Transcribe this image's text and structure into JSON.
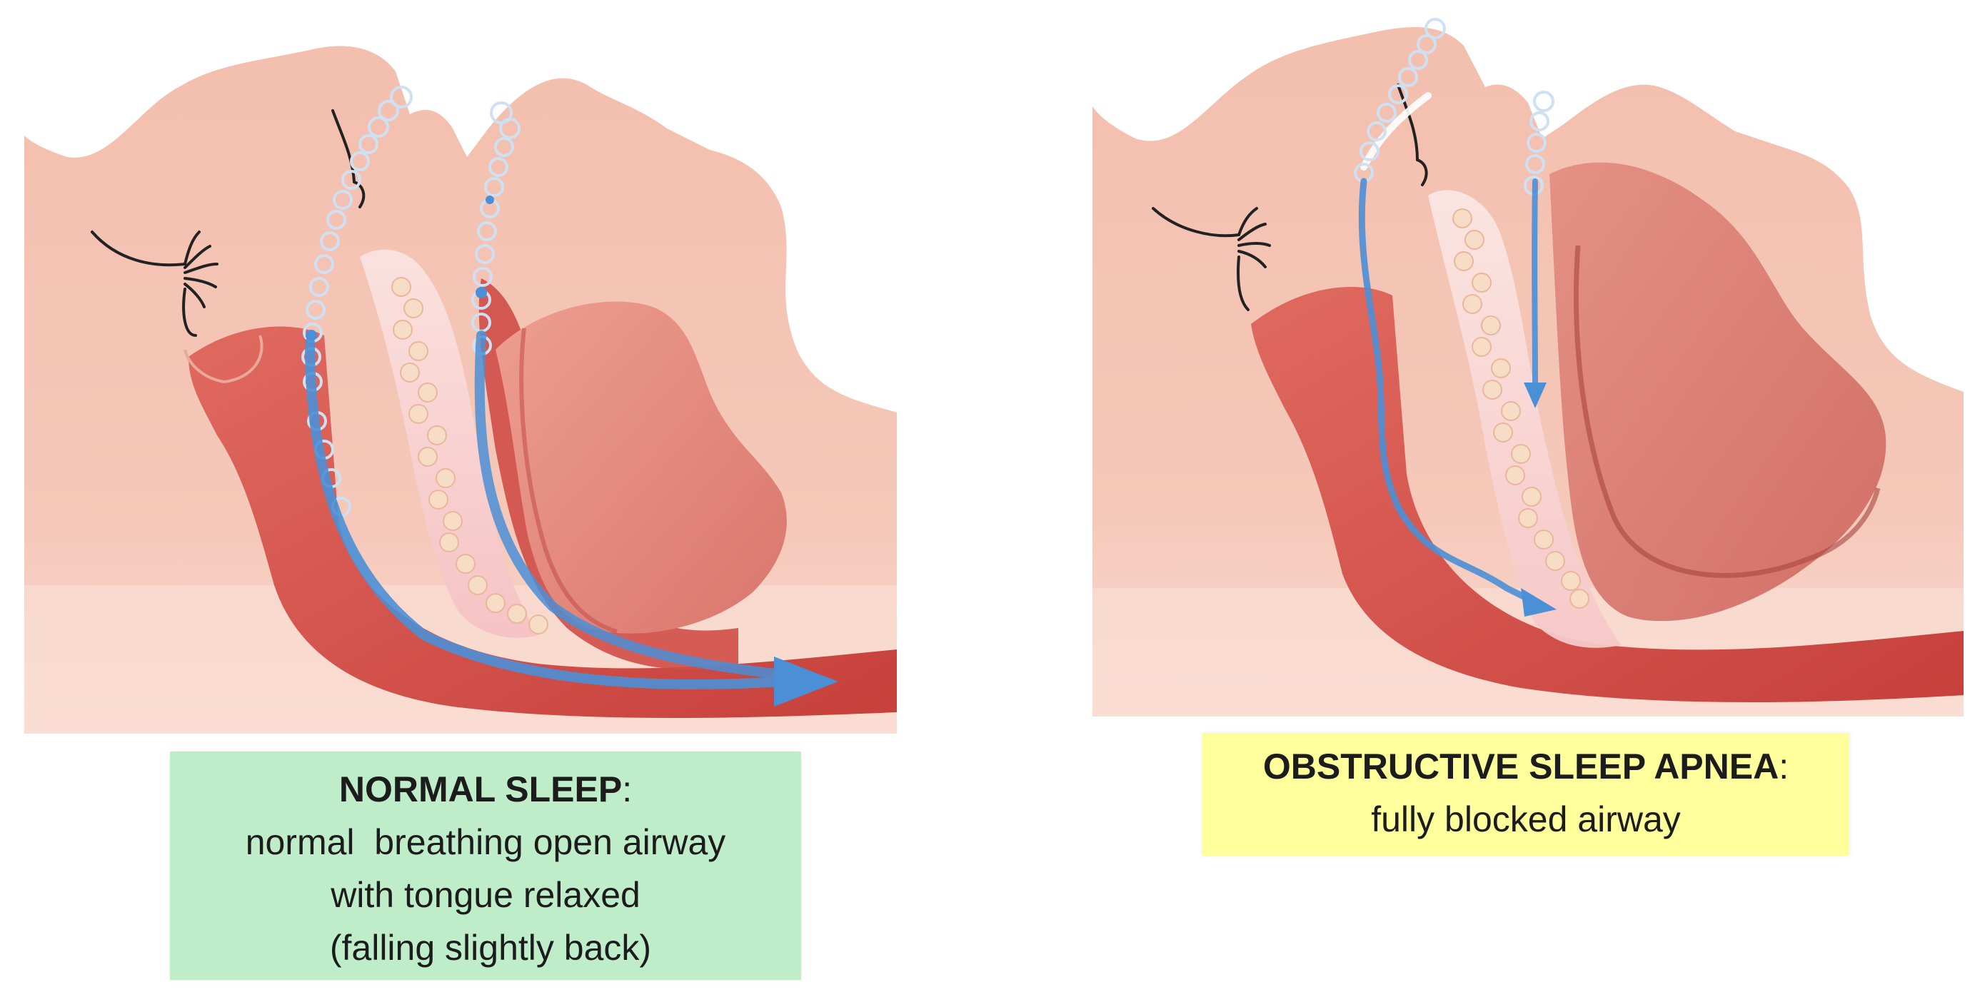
{
  "panels": {
    "normal": {
      "title": "NORMAL SLEEP",
      "title_suffix": ":",
      "lines": [
        "normal  breathing open airway",
        "with tongue relaxed",
        " (falling slightly back)"
      ],
      "caption_color": "#bfedca"
    },
    "osa": {
      "title": "OBSTRUCTIVE SLEEP APNEA",
      "title_suffix": ":",
      "lines": [
        "fully blocked airway"
      ],
      "caption_color": "#fefe9c"
    }
  },
  "colors": {
    "skin": "#f4c0b0",
    "skin_light": "#f9d8cd",
    "throat": "#d9564f",
    "throat_deep": "#c9403c",
    "tongue": "#e38f84",
    "airflow": "#4b8fd6",
    "fat": "#f6d6bf"
  },
  "icons": {
    "eyelash": "eyelash-icon",
    "airflow_arrow": "airflow-arrow-icon",
    "air_bubbles": "air-bubble-icon"
  }
}
